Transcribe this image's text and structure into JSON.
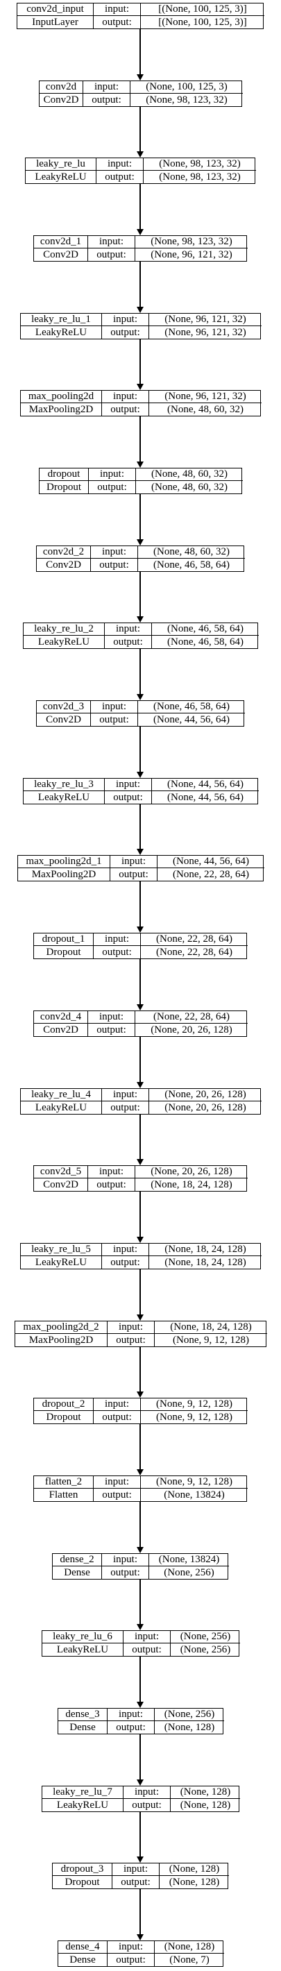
{
  "io_labels": {
    "input": "input:",
    "output": "output:"
  },
  "layers": [
    {
      "name": "conv2d_input",
      "type": "InputLayer",
      "input": "[(None, 100, 125, 3)]",
      "output": "[(None, 100, 125, 3)]"
    },
    {
      "name": "conv2d",
      "type": "Conv2D",
      "input": "(None, 100, 125, 3)",
      "output": "(None, 98, 123, 32)"
    },
    {
      "name": "leaky_re_lu",
      "type": "LeakyReLU",
      "input": "(None, 98, 123, 32)",
      "output": "(None, 98, 123, 32)"
    },
    {
      "name": "conv2d_1",
      "type": "Conv2D",
      "input": "(None, 98, 123, 32)",
      "output": "(None, 96, 121, 32)"
    },
    {
      "name": "leaky_re_lu_1",
      "type": "LeakyReLU",
      "input": "(None, 96, 121, 32)",
      "output": "(None, 96, 121, 32)"
    },
    {
      "name": "max_pooling2d",
      "type": "MaxPooling2D",
      "input": "(None, 96, 121, 32)",
      "output": "(None, 48, 60, 32)"
    },
    {
      "name": "dropout",
      "type": "Dropout",
      "input": "(None, 48, 60, 32)",
      "output": "(None, 48, 60, 32)"
    },
    {
      "name": "conv2d_2",
      "type": "Conv2D",
      "input": "(None, 48, 60, 32)",
      "output": "(None, 46, 58, 64)"
    },
    {
      "name": "leaky_re_lu_2",
      "type": "LeakyReLU",
      "input": "(None, 46, 58, 64)",
      "output": "(None, 46, 58, 64)"
    },
    {
      "name": "conv2d_3",
      "type": "Conv2D",
      "input": "(None, 46, 58, 64)",
      "output": "(None, 44, 56, 64)"
    },
    {
      "name": "leaky_re_lu_3",
      "type": "LeakyReLU",
      "input": "(None, 44, 56, 64)",
      "output": "(None, 44, 56, 64)"
    },
    {
      "name": "max_pooling2d_1",
      "type": "MaxPooling2D",
      "input": "(None, 44, 56, 64)",
      "output": "(None, 22, 28, 64)"
    },
    {
      "name": "dropout_1",
      "type": "Dropout",
      "input": "(None, 22, 28, 64)",
      "output": "(None, 22, 28, 64)"
    },
    {
      "name": "conv2d_4",
      "type": "Conv2D",
      "input": "(None, 22, 28, 64)",
      "output": "(None, 20, 26, 128)"
    },
    {
      "name": "leaky_re_lu_4",
      "type": "LeakyReLU",
      "input": "(None, 20, 26, 128)",
      "output": "(None, 20, 26, 128)"
    },
    {
      "name": "conv2d_5",
      "type": "Conv2D",
      "input": "(None, 20, 26, 128)",
      "output": "(None, 18, 24, 128)"
    },
    {
      "name": "leaky_re_lu_5",
      "type": "LeakyReLU",
      "input": "(None, 18, 24, 128)",
      "output": "(None, 18, 24, 128)"
    },
    {
      "name": "max_pooling2d_2",
      "type": "MaxPooling2D",
      "input": "(None, 18, 24, 128)",
      "output": "(None, 9, 12, 128)"
    },
    {
      "name": "dropout_2",
      "type": "Dropout",
      "input": "(None, 9, 12, 128)",
      "output": "(None, 9, 12, 128)"
    },
    {
      "name": "flatten_2",
      "type": "Flatten",
      "input": "(None, 9, 12, 128)",
      "output": "(None, 13824)"
    },
    {
      "name": "dense_2",
      "type": "Dense",
      "input": "(None, 13824)",
      "output": "(None, 256)"
    },
    {
      "name": "leaky_re_lu_6",
      "type": "LeakyReLU",
      "input": "(None, 256)",
      "output": "(None, 256)"
    },
    {
      "name": "dense_3",
      "type": "Dense",
      "input": "(None, 256)",
      "output": "(None, 128)"
    },
    {
      "name": "leaky_re_lu_7",
      "type": "LeakyReLU",
      "input": "(None, 128)",
      "output": "(None, 128)"
    },
    {
      "name": "dropout_3",
      "type": "Dropout",
      "input": "(None, 128)",
      "output": "(None, 128)"
    },
    {
      "name": "dense_4",
      "type": "Dense",
      "input": "(None, 128)",
      "output": "(None, 7)"
    }
  ]
}
